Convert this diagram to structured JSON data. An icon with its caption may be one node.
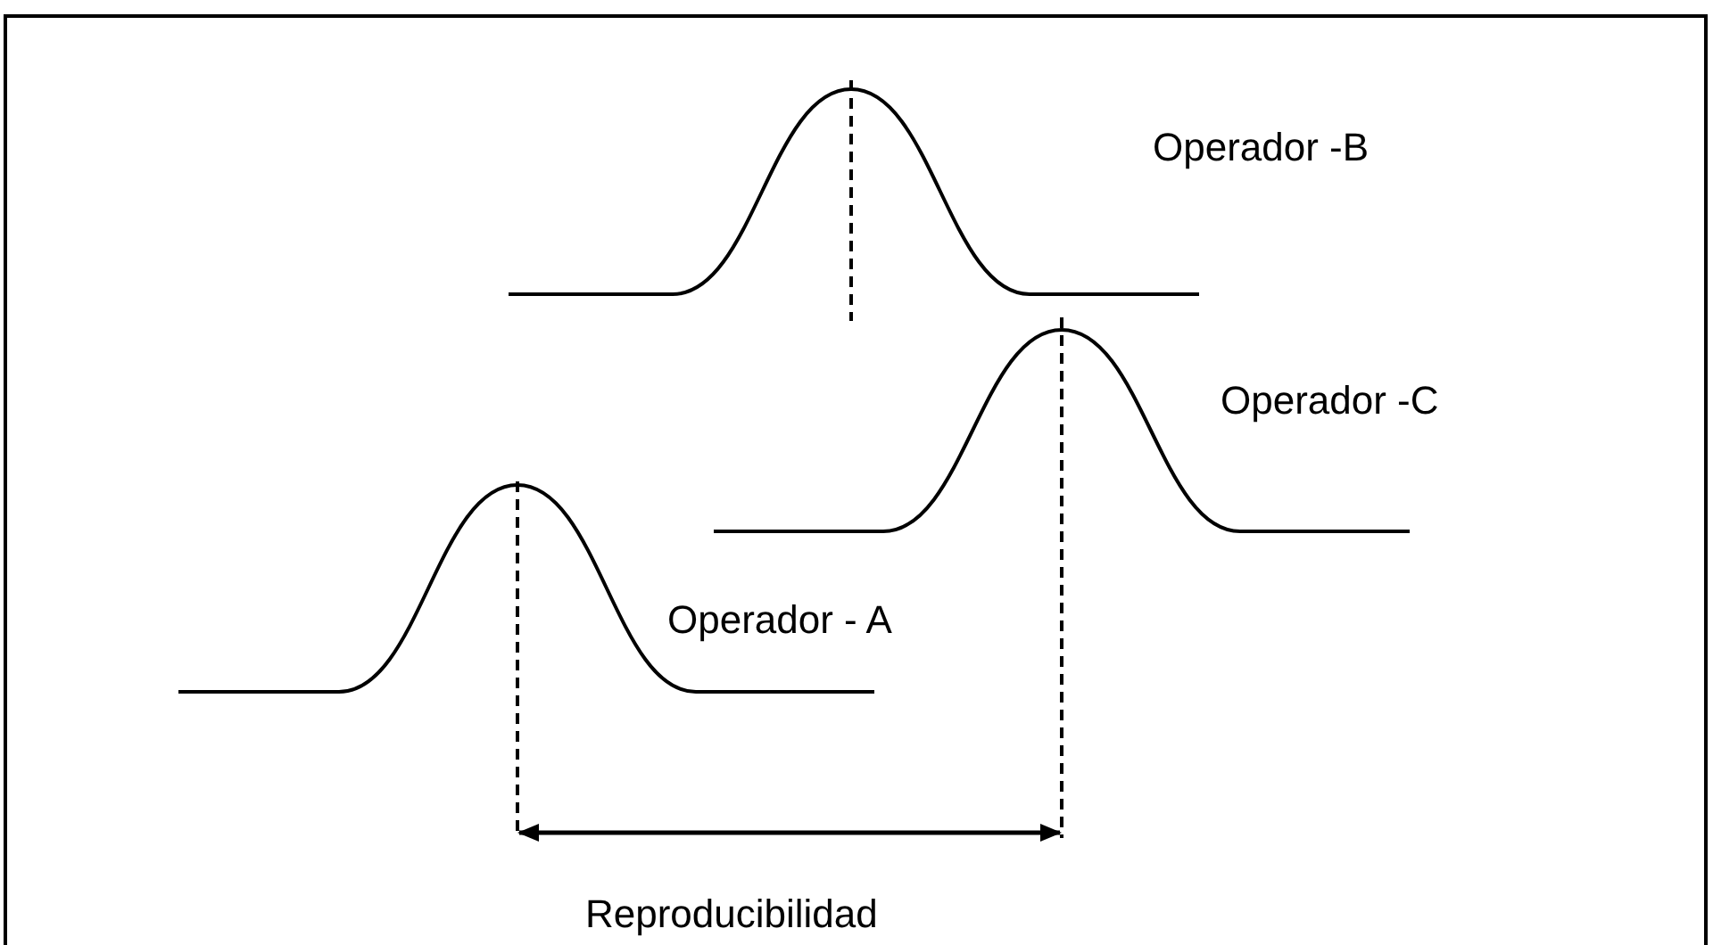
{
  "diagram": {
    "labels": [
      "Operador -B",
      "Operador -C",
      "Operador - A",
      "Reproducibilidad"
    ]
  }
}
